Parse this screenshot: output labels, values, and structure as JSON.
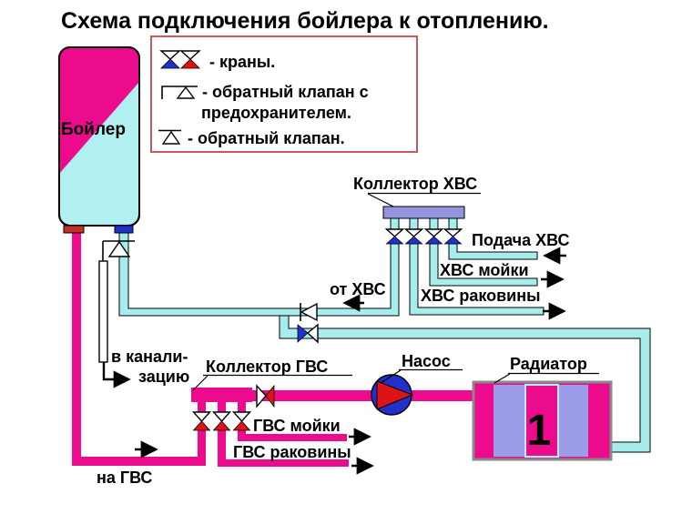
{
  "title": "Схема подключения бойлера к отоплению.",
  "colors": {
    "hot": "#ec0b8c",
    "cold": "#a8eded",
    "boiler": "#b0f0f0",
    "blue": "#2230cc",
    "red": "#dd1414",
    "outlet_red": "#c03026",
    "lavender": "#9494dc",
    "fin": "#9c9ce8",
    "radiator_border": "#8a8a8a",
    "legend_border": "#c65a5a"
  },
  "legend": {
    "items": [
      {
        "symbol": "valve-pair-icon",
        "label": "- краны."
      },
      {
        "symbol": "check-valve-with-safety-icon",
        "label": "- обратный клапан с",
        "label2": "предохранителем."
      },
      {
        "symbol": "check-valve-icon",
        "label": "- обратный клапан."
      }
    ]
  },
  "labels": {
    "boiler": "Бойлер",
    "collector_hvs": "Коллектор ХВС",
    "podacha_hvs": "Подача ХВС",
    "hvs_moyki": "ХВС мойки",
    "hvs_rakoviny": "ХВС раковины",
    "ot_hvs": "от ХВС",
    "v_kanali_1": "в канали-",
    "v_kanali_2": "зацию",
    "collector_gvs": "Коллектор ГВС",
    "nasos": "Насос",
    "radiator": "Радиатор",
    "radiator_number": "1",
    "gvs_moyki": "ГВС мойки",
    "gvs_rakoviny": "ГВС раковины",
    "na_gvs": "на ГВС"
  }
}
